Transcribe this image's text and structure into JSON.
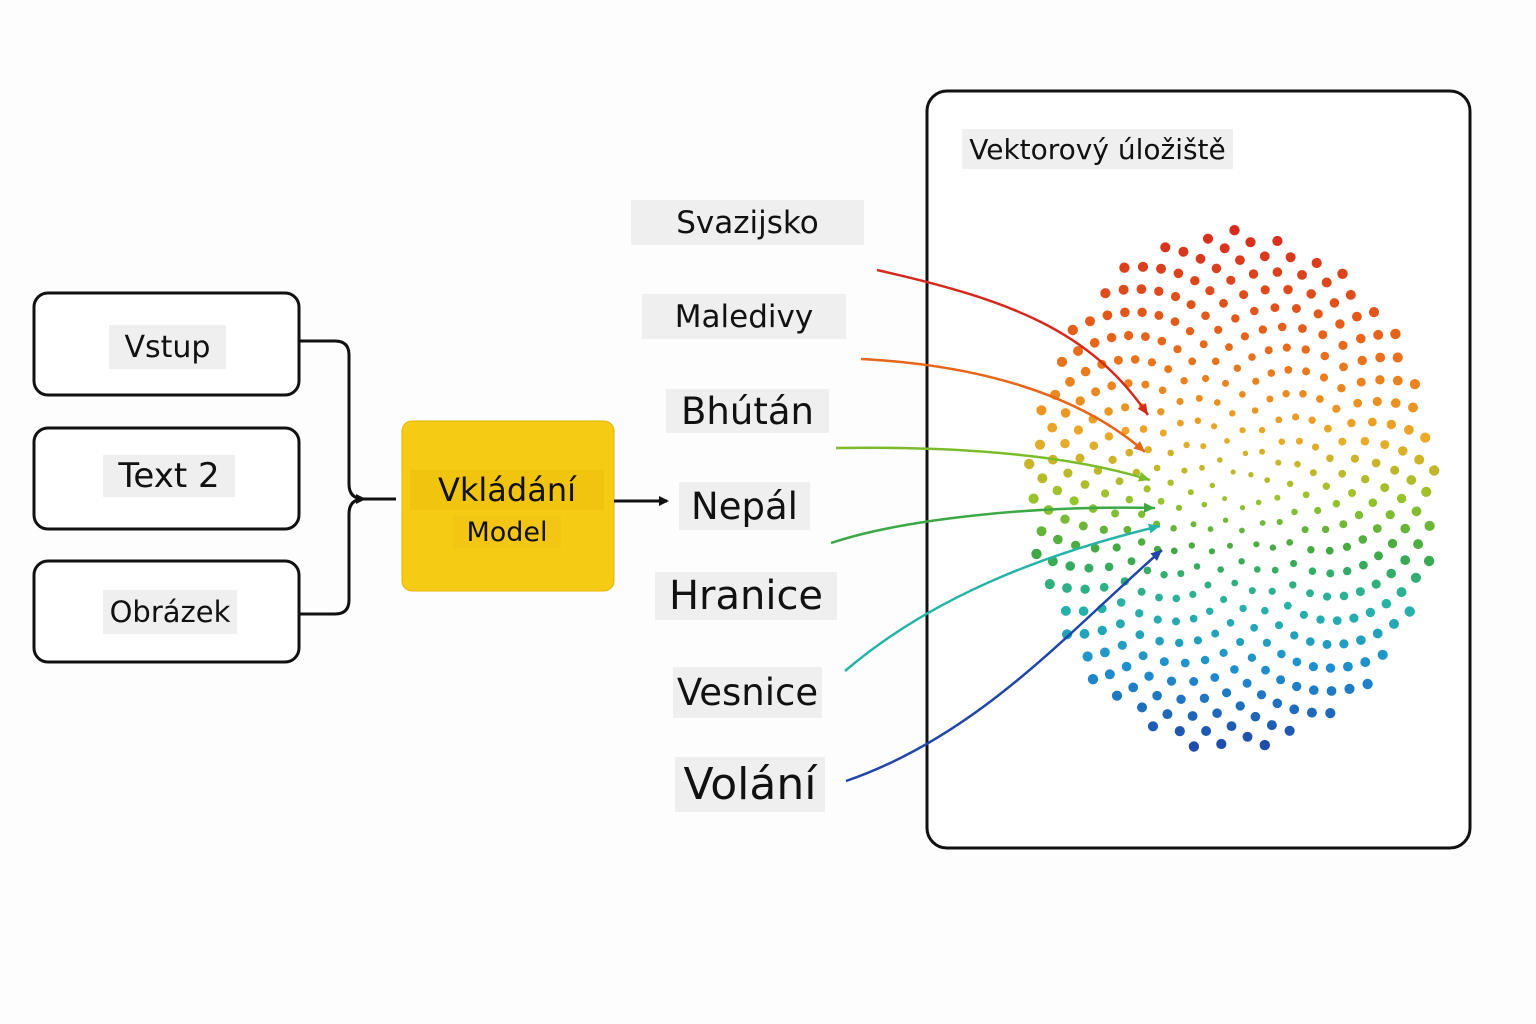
{
  "inputs": [
    {
      "label": "Vstup"
    },
    {
      "label": "Text 2"
    },
    {
      "label": "Obrázek"
    }
  ],
  "model": {
    "line1": "Vkládání",
    "line2": "Model",
    "color": "#f6cb14"
  },
  "words": [
    {
      "label": "Svazijsko",
      "color": "#d42a1e"
    },
    {
      "label": "Maledivy",
      "color": "#e8661a"
    },
    {
      "label": "Bhútán",
      "color": "#7cbc2c"
    },
    {
      "label": "Nepál",
      "color": "#3da844"
    },
    {
      "label": "Hranice",
      "color": "#27b3a8"
    },
    {
      "label": "Vesnice",
      "color": "#1f8fcf"
    },
    {
      "label": "Volání",
      "color": "#1f46a8"
    }
  ],
  "store": {
    "title": "Vektorový úložiště"
  }
}
